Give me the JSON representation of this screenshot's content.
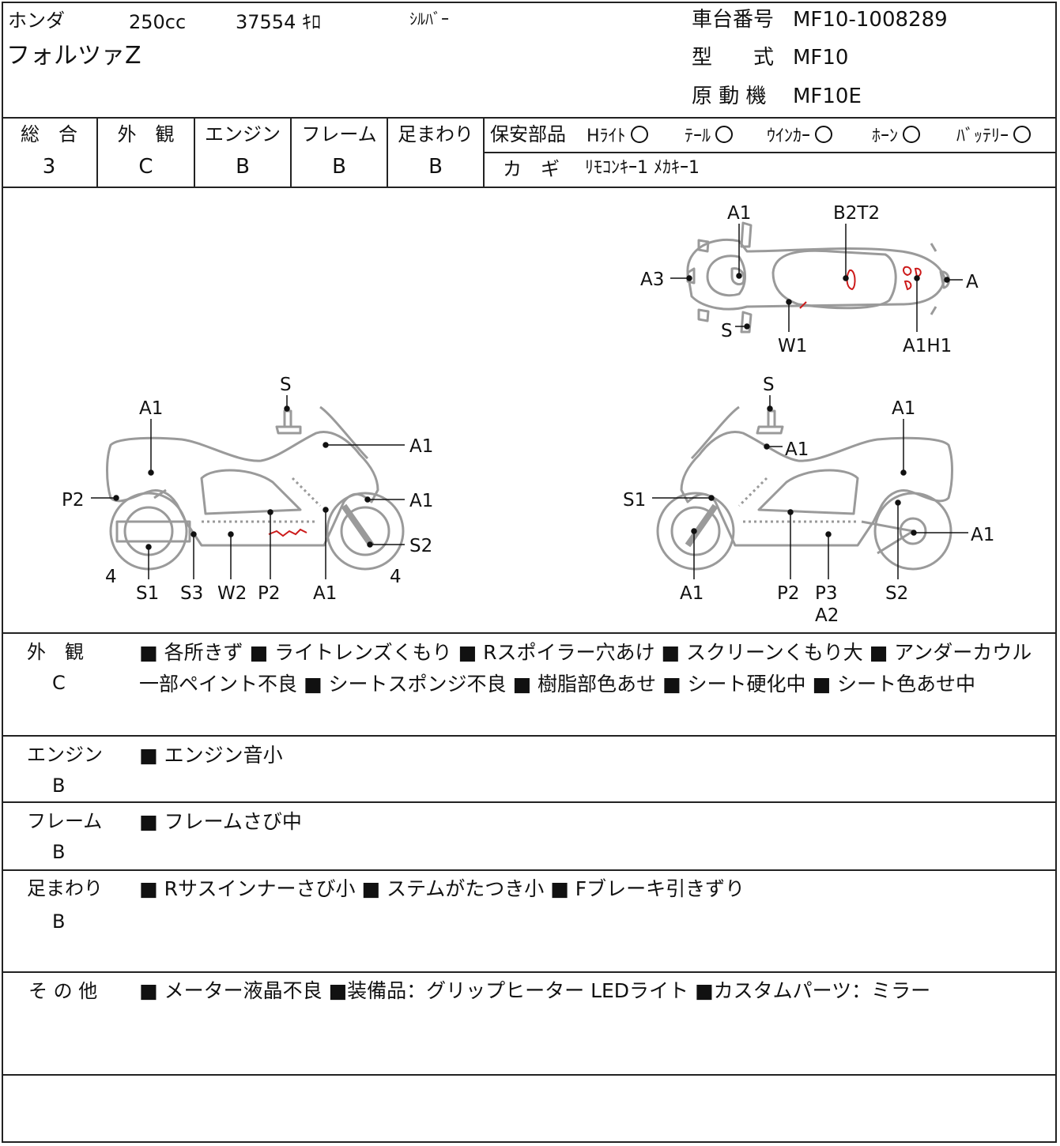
{
  "header": {
    "maker": "ホンダ",
    "displacement": "250cc",
    "mileage": "37554 ｷﾛ",
    "color": "ｼﾙﾊﾞｰ",
    "model_name": "フォルツァZ",
    "frame_no_label": "車台番号",
    "frame_no_value": "MF10-1008289",
    "type_label": "型　　式",
    "type_value": "MF10",
    "engine_label": "原 動 機",
    "engine_value": "MF10E"
  },
  "grades": [
    {
      "label": "総　合",
      "value": "3"
    },
    {
      "label": "外　観",
      "value": "C"
    },
    {
      "label": "エンジン",
      "value": "B"
    },
    {
      "label": "フレーム",
      "value": "B"
    },
    {
      "label": "足まわり",
      "value": "B"
    }
  ],
  "safety": {
    "label": "保安部品",
    "items": [
      {
        "label": "Hﾗｲﾄ",
        "status": "○"
      },
      {
        "label": "ﾃｰﾙ",
        "status": "○"
      },
      {
        "label": "ｳｲﾝｶｰ",
        "status": "○"
      },
      {
        "label": "ﾎｰﾝ",
        "status": "○"
      },
      {
        "label": "ﾊﾞｯﾃﾘｰ",
        "status": "○"
      }
    ],
    "key_label": "カ　ギ",
    "key_value": "ﾘﾓｺﾝｷｰ1 ﾒｶｷｰ1"
  },
  "diagram": {
    "top_labels": [
      "A1",
      "B2T2",
      "A3",
      "A",
      "S",
      "W1",
      "A1H1"
    ],
    "left_labels": [
      "S",
      "A1",
      "A1",
      "P2",
      "A1",
      "S2",
      "4",
      "S1",
      "S3",
      "W2",
      "P2",
      "A1",
      "4"
    ],
    "right_labels": [
      "S",
      "A1",
      "A1",
      "S1",
      "A1",
      "A1",
      "P2",
      "P3",
      "A2",
      "S2"
    ],
    "damage_color": "#cc1a1a"
  },
  "sections": [
    {
      "label": "外　観",
      "grade": "C",
      "text": "■ 各所きず ■ ライトレンズくもり ■ Rスポイラー穴あけ ■ スクリーンくもり大 ■ アンダーカウル一部ペイント不良 ■ シートスポンジ不良 ■ 樹脂部色あせ ■ シート硬化中 ■ シート色あせ中"
    },
    {
      "label": "エンジン",
      "grade": "B",
      "text": "■ エンジン音小"
    },
    {
      "label": "フレーム",
      "grade": "B",
      "text": "■ フレームさび中"
    },
    {
      "label": "足まわり",
      "grade": "B",
      "text": "■ Rサスインナーさび小 ■ ステムがたつき小 ■ Fブレーキ引きずり"
    },
    {
      "label": "そ の 他",
      "grade": "",
      "text": "■ メーター液晶不良 ■装備品：グリップヒーター LEDライト ■カスタムパーツ：ミラー"
    }
  ]
}
